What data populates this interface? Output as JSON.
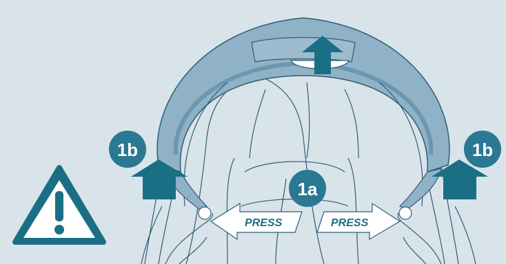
{
  "colors": {
    "background": "#d9e3ea",
    "handle": "#8fb2c6",
    "handle_dark": "#6c97b0",
    "arrow": "#1a6f85",
    "badge": "#2a7891",
    "line": "#2d5d74",
    "white": "#ffffff"
  },
  "steps": {
    "left_badge": "1b",
    "right_badge": "1b",
    "center_badge": "1a"
  },
  "press": {
    "left": "PRESS",
    "right": "PRESS"
  },
  "icons": {
    "warning": "warning-icon",
    "up_arrow": "up-arrow-icon",
    "press_arrow": "press-arrow-icon"
  }
}
